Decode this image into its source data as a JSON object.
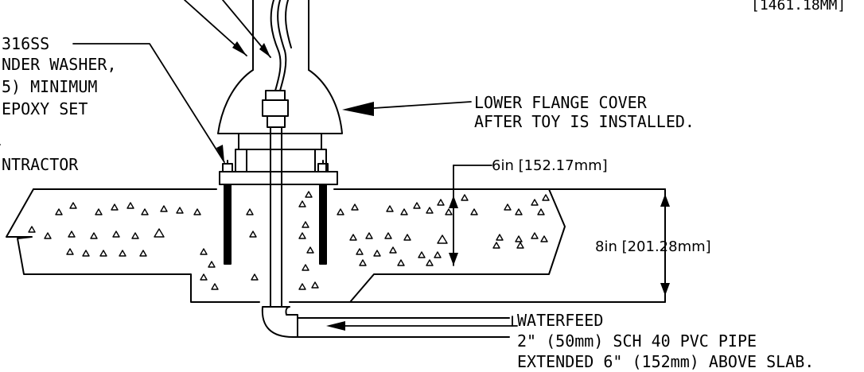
{
  "drawing": {
    "top_dimension": "[1461.18MM]",
    "anchor_note": {
      "line1": "316SS",
      "line2": "NDER WASHER,",
      "line3": "5) MINIMUM",
      "line4": "EPOXY SET"
    },
    "contractor_note": "NTRACTOR",
    "flange_note": {
      "line1": "LOWER FLANGE COVER",
      "line2": "AFTER TOY IS INSTALLED."
    },
    "dim_6in": "6in [152.17mm]",
    "dim_8in": "8in [201.28mm]",
    "waterfeed_note": {
      "line1": "WATERFEED",
      "line2": "2\" (50mm) SCH 40 PVC PIPE",
      "line3": "EXTENDED 6\" (152mm) ABOVE SLAB."
    }
  }
}
